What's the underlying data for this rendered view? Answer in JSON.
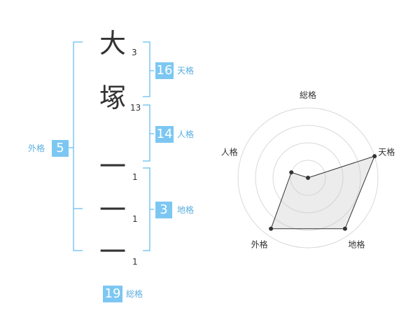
{
  "name": {
    "chars": [
      {
        "char": "大",
        "strokes": "3"
      },
      {
        "char": "塚",
        "strokes": "13"
      },
      {
        "char": "一",
        "strokes": "1"
      },
      {
        "char": "一",
        "strokes": "1"
      },
      {
        "char": "一",
        "strokes": "1"
      }
    ]
  },
  "fortune": {
    "tenkaku": {
      "value": "16",
      "label": "天格"
    },
    "jinkaku": {
      "value": "14",
      "label": "人格"
    },
    "chikaku": {
      "value": "3",
      "label": "地格"
    },
    "gaikaku": {
      "value": "5",
      "label": "外格"
    },
    "soukaku": {
      "value": "19",
      "label": "総格"
    }
  },
  "colors": {
    "badge": "#7cc7f2",
    "bracket": "#7cc7f2",
    "label": "#5aaee0",
    "text": "#333333"
  },
  "chart_data": {
    "type": "radar",
    "axes": [
      "総格",
      "天格",
      "地格",
      "外格",
      "人格"
    ],
    "values": [
      0.0,
      1.0,
      0.9,
      0.9,
      0.25
    ],
    "scale_max": 1.0,
    "rings": 4,
    "center_marker": true
  }
}
